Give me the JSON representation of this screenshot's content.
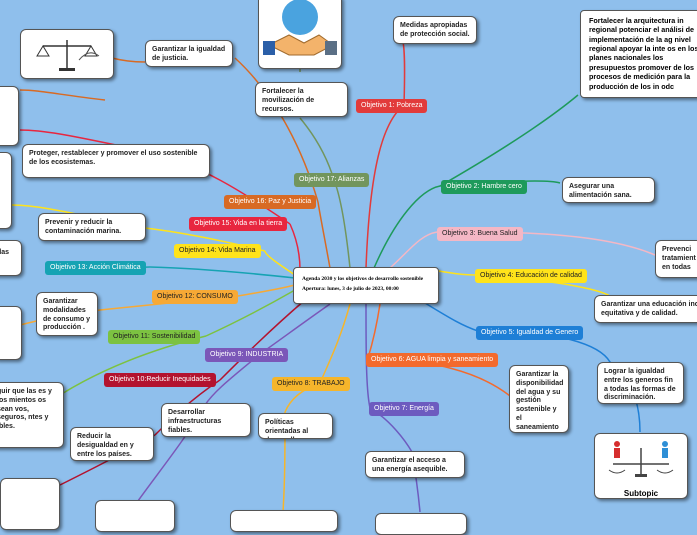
{
  "center": {
    "title": "Agenda 2030 y los objetivos de desarrollo sostenible",
    "subtitle": "Apertura: lunes, 3 de julio de 2023, 00:00"
  },
  "objectives": {
    "o1": "Objetivo 1: Pobreza",
    "o2": "Objetivo 2: Hambre cero",
    "o3": "Objetivo 3: Buena Salud",
    "o4": "Objetivo 4: Educación de calidad",
    "o5": "Objetivo 5: Igualdad de Genero",
    "o6": "Objetivo 6: AGUA limpia y saneamiento",
    "o7": "Objetivo 7: Energía",
    "o8": "Objetivo 8: TRABAJO",
    "o9": "Objetivo 9: INDUSTRIA",
    "o10": "Objetivo 10:Reducir Inequidades",
    "o11": "Objetivo 11: Sostenibilidad",
    "o12": "Objetivo 12: CONSUMO",
    "o13": "Objetivo 13: Acción Climática",
    "o14": "Objetivo 14: Vida Marina",
    "o15": "Objetivo 15: Vida en la tierra",
    "o16": "Objetivo 16: Paz y Justicia",
    "o17": "Objetivo 17: Alianzas"
  },
  "notes": {
    "medidas": "Medidas apropiadas de protección social.",
    "fortalecer_arquitectura": "Fortalecer la arquitectura in regional potenciar el análisi de implementación de la ag nivel regional apoyar la inte os en los planes nacionales los presupuestos promover de los procesos de medición para la producción de los in odc",
    "justicia": "Garantizar la igualdad de justicia.",
    "movilizacion": "Fortalecer la movilización de recursos.",
    "ecosistemas": "Proteger, restablecer y promover el uso sostenible de los ecosistemas.",
    "marina": "Prevenir y reducir la contaminación marina.",
    "alimentacion": "Asegurar una alimentación sana.",
    "prevencion": "Prevenci tratamient y en todas",
    "das": "das",
    "consumo": "Garantizar modalidades de consumo y producción .",
    "educacion": "Garantizar una educación inclu equitativa y de calidad.",
    "asentamientos": "guir que las es y los mientos os sean vos, seguros, ntes y ibles.",
    "desigualdad": "Reducir la desigualdad en y entre los países.",
    "infraestructuras": "Desarrollar infraestructuras fiables.",
    "politicas": "Políticas orientadas al desarrollo.",
    "agua": "Garantizar la disponibilidad del agua y su gestión sostenible y el saneamiento para todos.",
    "energia": "Garantizar el acceso a una energía asequible.",
    "genero": "Lograr la igualdad entre los generos fin a todas las formas de discriminación.",
    "subtopic": "Subtopic"
  },
  "colors": {
    "background": "#8fbfec",
    "o1": "#e23b3b",
    "o2": "#1e9a5b",
    "o3": "#f4b7c5",
    "o4": "#ffe31a",
    "o5": "#1e7fd6",
    "o6": "#f36a2d",
    "o7": "#6d5bbf",
    "o8": "#f5b52b",
    "o9": "#7b57b8",
    "o10": "#b3132f",
    "o11": "#7cc241",
    "o12": "#f7a935",
    "o13": "#16a3b3",
    "o14": "#ffe31a",
    "o15": "#e8263f",
    "o16": "#d86a24",
    "o17": "#72955d"
  },
  "icons": [
    "justice-scale-icon",
    "handshake-icon",
    "gender-equality-scale-icon"
  ]
}
